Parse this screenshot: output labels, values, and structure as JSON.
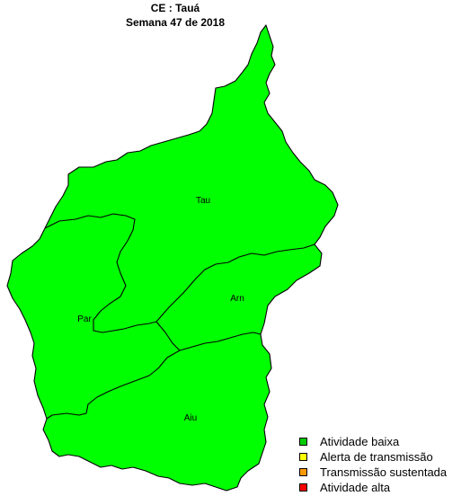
{
  "map": {
    "title": "CE : Tauá",
    "subtitle": "Semana 47 de 2018",
    "regions": [
      {
        "name": "Tau",
        "color": "#00ff00",
        "status": "Atividade baixa"
      },
      {
        "name": "Arn",
        "color": "#00ff00",
        "status": "Atividade baixa"
      },
      {
        "name": "Par",
        "color": "#00ff00",
        "status": "Atividade baixa"
      },
      {
        "name": "Aiu",
        "color": "#00ff00",
        "status": "Atividade baixa"
      }
    ]
  },
  "legend": {
    "items": [
      {
        "label": "Atividade baixa",
        "color": "#00cc00"
      },
      {
        "label": "Alerta de transmissão",
        "color": "#ffff00"
      },
      {
        "label": "Transmissão sustentada",
        "color": "#ff9900"
      },
      {
        "label": "Atividade alta",
        "color": "#ff0000"
      }
    ]
  }
}
